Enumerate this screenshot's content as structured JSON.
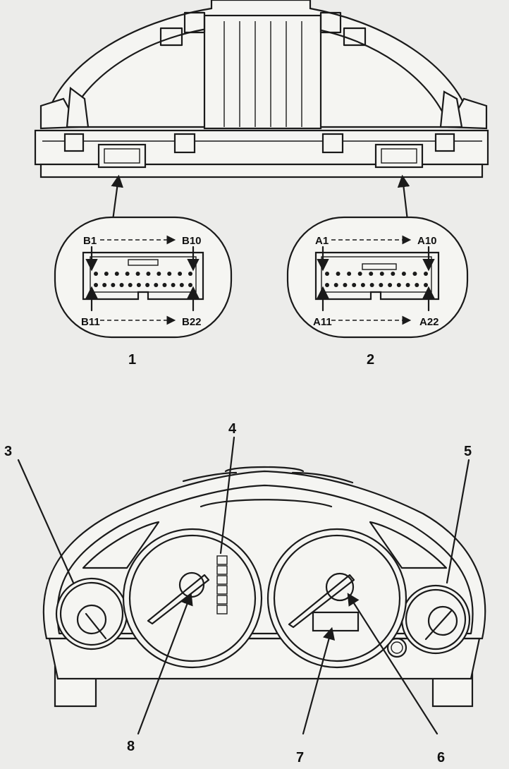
{
  "connector_b": {
    "pin_top_left": "B1",
    "pin_top_right": "B10",
    "pin_bottom_left": "B11",
    "pin_bottom_right": "B22"
  },
  "connector_a": {
    "pin_top_left": "A1",
    "pin_top_right": "A10",
    "pin_bottom_left": "A11",
    "pin_bottom_right": "A22"
  },
  "callouts": {
    "c1": "1",
    "c2": "2",
    "c3": "3",
    "c4": "4",
    "c5": "5",
    "c6": "6",
    "c7": "7",
    "c8": "8"
  }
}
